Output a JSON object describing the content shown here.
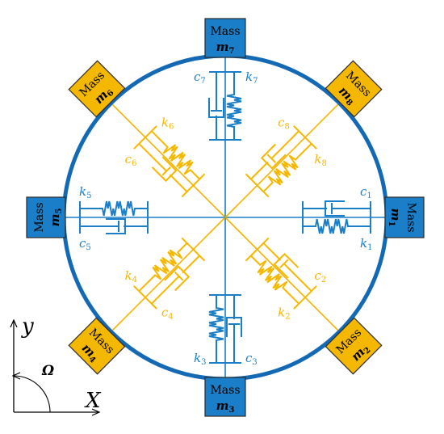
{
  "colors": {
    "blue": "#1a7fc8",
    "ring": "#1469b5",
    "orange": "#f5b800",
    "orange_line": "#f0b400",
    "text": "#000000"
  },
  "mass_word": "Mass",
  "masses": [
    {
      "id": "m1",
      "sym": "m",
      "sub": "1",
      "color": "blue",
      "angle": 0
    },
    {
      "id": "m2",
      "sym": "m",
      "sub": "2",
      "color": "orange",
      "angle": 45
    },
    {
      "id": "m3",
      "sym": "m",
      "sub": "3",
      "color": "blue",
      "angle": 90
    },
    {
      "id": "m4",
      "sym": "m",
      "sub": "4",
      "color": "orange",
      "angle": 135
    },
    {
      "id": "m5",
      "sym": "m",
      "sub": "5",
      "color": "blue",
      "angle": 180
    },
    {
      "id": "m6",
      "sym": "m",
      "sub": "6",
      "color": "orange",
      "angle": 225
    },
    {
      "id": "m7",
      "sym": "m",
      "sub": "7",
      "color": "blue",
      "angle": 270
    },
    {
      "id": "m8",
      "sym": "m",
      "sub": "8",
      "color": "orange",
      "angle": 315
    }
  ],
  "elements": [
    {
      "spring": {
        "sym": "k",
        "sub": "1"
      },
      "damper": {
        "sym": "c",
        "sub": "1"
      },
      "color": "blue"
    },
    {
      "spring": {
        "sym": "k",
        "sub": "2"
      },
      "damper": {
        "sym": "c",
        "sub": "2"
      },
      "color": "orange"
    },
    {
      "spring": {
        "sym": "k",
        "sub": "3"
      },
      "damper": {
        "sym": "c",
        "sub": "3"
      },
      "color": "blue"
    },
    {
      "spring": {
        "sym": "k",
        "sub": "4"
      },
      "damper": {
        "sym": "c",
        "sub": "4"
      },
      "color": "orange"
    },
    {
      "spring": {
        "sym": "k",
        "sub": "5"
      },
      "damper": {
        "sym": "c",
        "sub": "5"
      },
      "color": "blue"
    },
    {
      "spring": {
        "sym": "k",
        "sub": "6"
      },
      "damper": {
        "sym": "c",
        "sub": "6"
      },
      "color": "orange"
    },
    {
      "spring": {
        "sym": "k",
        "sub": "7"
      },
      "damper": {
        "sym": "c",
        "sub": "7"
      },
      "color": "blue"
    },
    {
      "spring": {
        "sym": "k",
        "sub": "8"
      },
      "damper": {
        "sym": "c",
        "sub": "8"
      },
      "color": "orange"
    }
  ],
  "axes": {
    "x_label": "X",
    "y_label": "y",
    "omega_label": "Ω"
  }
}
